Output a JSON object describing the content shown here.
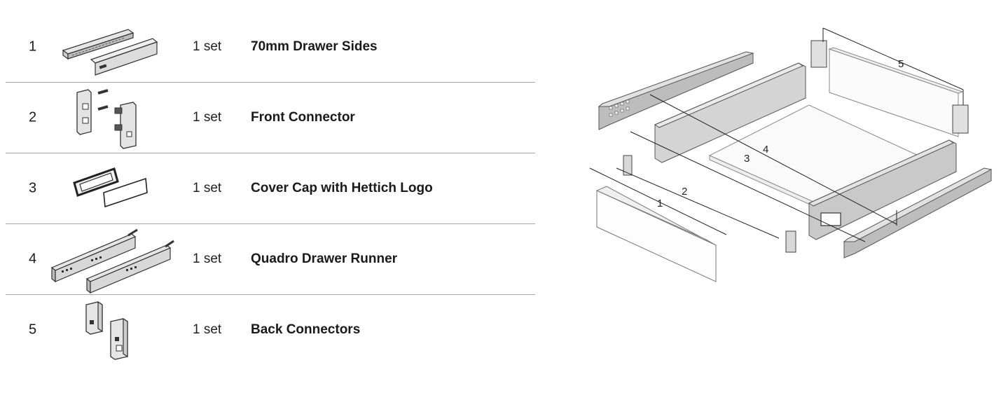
{
  "parts": [
    {
      "number": "1",
      "quantity": "1 set",
      "name": "70mm Drawer Sides",
      "icon": "drawer-sides-icon"
    },
    {
      "number": "2",
      "quantity": "1 set",
      "name": "Front Connector",
      "icon": "front-connector-icon"
    },
    {
      "number": "3",
      "quantity": "1 set",
      "name": "Cover Cap with Hettich Logo",
      "icon": "cover-cap-icon"
    },
    {
      "number": "4",
      "quantity": "1 set",
      "name": "Quadro Drawer Runner",
      "icon": "drawer-runner-icon"
    },
    {
      "number": "5",
      "quantity": "1 set",
      "name": "Back Connectors",
      "icon": "back-connectors-icon"
    }
  ],
  "diagram": {
    "callouts": [
      "1",
      "2",
      "3",
      "4",
      "5"
    ]
  }
}
